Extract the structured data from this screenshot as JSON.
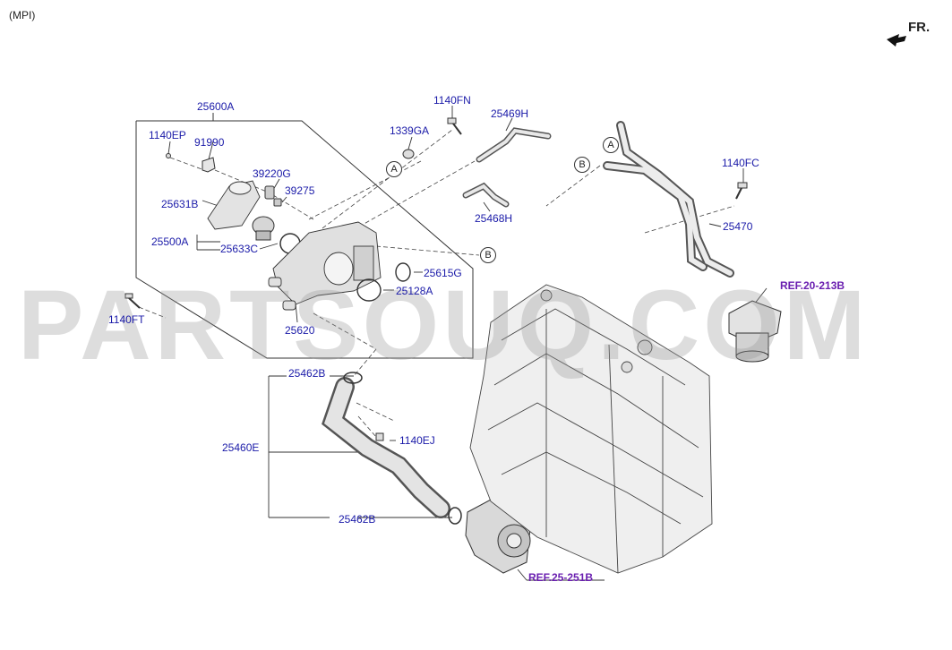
{
  "header": {
    "variant": "(MPI)",
    "direction": "FR."
  },
  "watermark": "PARTSOUQ.COM",
  "callouts": {
    "a": "A",
    "b": "B"
  },
  "parts": {
    "p25600A": "25600A",
    "p1140EP": "1140EP",
    "p91990": "91990",
    "p39220G": "39220G",
    "p39275": "39275",
    "p25631B": "25631B",
    "p25500A": "25500A",
    "p25633C": "25633C",
    "p1140FT": "1140FT",
    "p25620": "25620",
    "p25615G": "25615G",
    "p25128A": "25128A",
    "p1339GA": "1339GA",
    "p1140FN": "1140FN",
    "p25469H": "25469H",
    "p25468H": "25468H",
    "p1140FC": "1140FC",
    "p25470": "25470",
    "p25462B_top": "25462B",
    "p1140EJ": "1140EJ",
    "p25460E": "25460E",
    "p25462B_bottom": "25462B"
  },
  "refs": {
    "oil_cooler": "REF.20-213B",
    "water_pump": "REF.25-251B"
  },
  "colors": {
    "label": "#1a1aa8",
    "ref_link": "#6a1fb0",
    "line": "#333333",
    "watermark": "#969696"
  }
}
